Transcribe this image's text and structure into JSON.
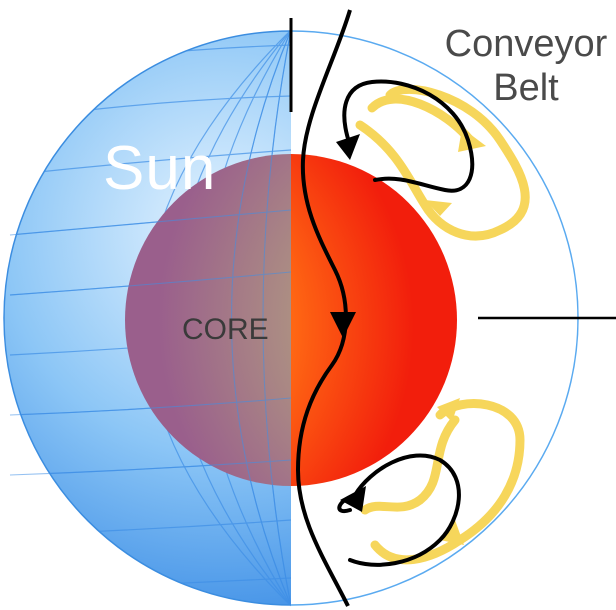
{
  "labels": {
    "sun": "Sun",
    "conveyor_line1": "Conveyor",
    "conveyor_line2": "Belt",
    "core": "CORE"
  },
  "colors": {
    "sphere_blue": "#5aaaf0",
    "core_red": "#ff3010",
    "core_yellow": "#ffe640",
    "loop_yellow": "#f6d24a",
    "flow_black": "#000000"
  }
}
